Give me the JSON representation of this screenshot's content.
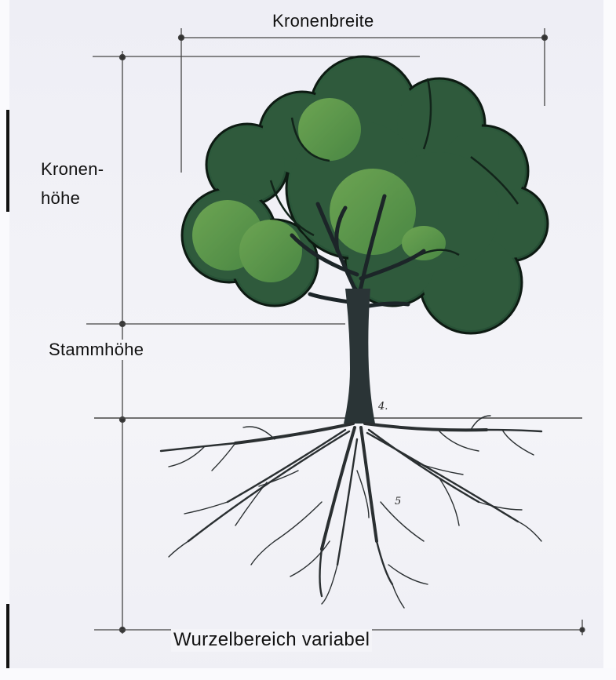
{
  "labels": {
    "crown_width": "Kronenbreite",
    "crown_height_line1": "Kronen-",
    "crown_height_line2": "höhe",
    "trunk_height": "Stammhöhe",
    "root_zone": "Wurzelbereich variabel"
  },
  "markers": {
    "ground_marker": "4.",
    "root_marker": "5"
  },
  "colors": {
    "paper": "#f1f1f7",
    "line": "#444444",
    "crown_dark": "#2f5a3c",
    "crown_mid": "#3f7a48",
    "crown_light": "#6fa84f",
    "trunk": "#2a3436",
    "roots": "#2a2f31"
  }
}
